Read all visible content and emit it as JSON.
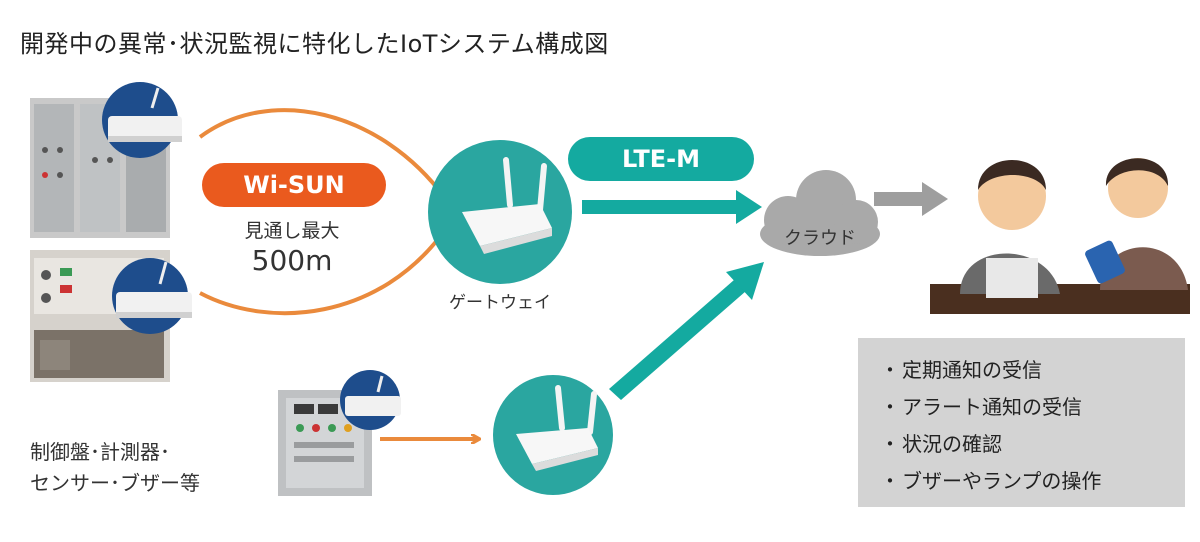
{
  "title": "開発中の異常･状況監視に特化したIoTシステム構成図",
  "wireless": {
    "label": "Wi-SUN",
    "range_label": "見通し最大",
    "range_value": "500m",
    "color": "#ea5a1e"
  },
  "uplink": {
    "label": "LTE-M",
    "color": "#14aaa0"
  },
  "gateway": {
    "label": "ゲートウェイ"
  },
  "cloud": {
    "label": "クラウド"
  },
  "devices": {
    "line1": "制御盤･計測器･",
    "line2": "センサー･ブザー等"
  },
  "features": {
    "bullet": "・",
    "items": [
      "定期通知の受信",
      "アラート通知の受信",
      "状況の確認",
      "ブザーやランプの操作"
    ]
  },
  "colors": {
    "orange": "#ea5a1e",
    "teal": "#14aaa0",
    "gray_arrow": "#9e9e9e",
    "cloud": "#a9a9a9",
    "panel": "#d3d3d3"
  }
}
